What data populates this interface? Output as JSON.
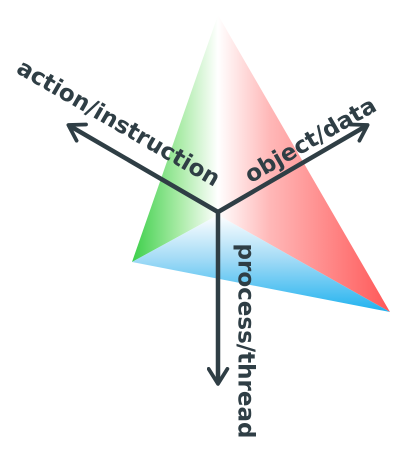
{
  "diagram": {
    "axes": {
      "action": {
        "label": "action/instruction"
      },
      "object": {
        "label": "object/data"
      },
      "process": {
        "label": "process/thread"
      }
    },
    "colors": {
      "green": "#4cd04c",
      "red": "#ff6f6f",
      "blue": "#22b5f0",
      "axis": "#2f3e45"
    }
  }
}
